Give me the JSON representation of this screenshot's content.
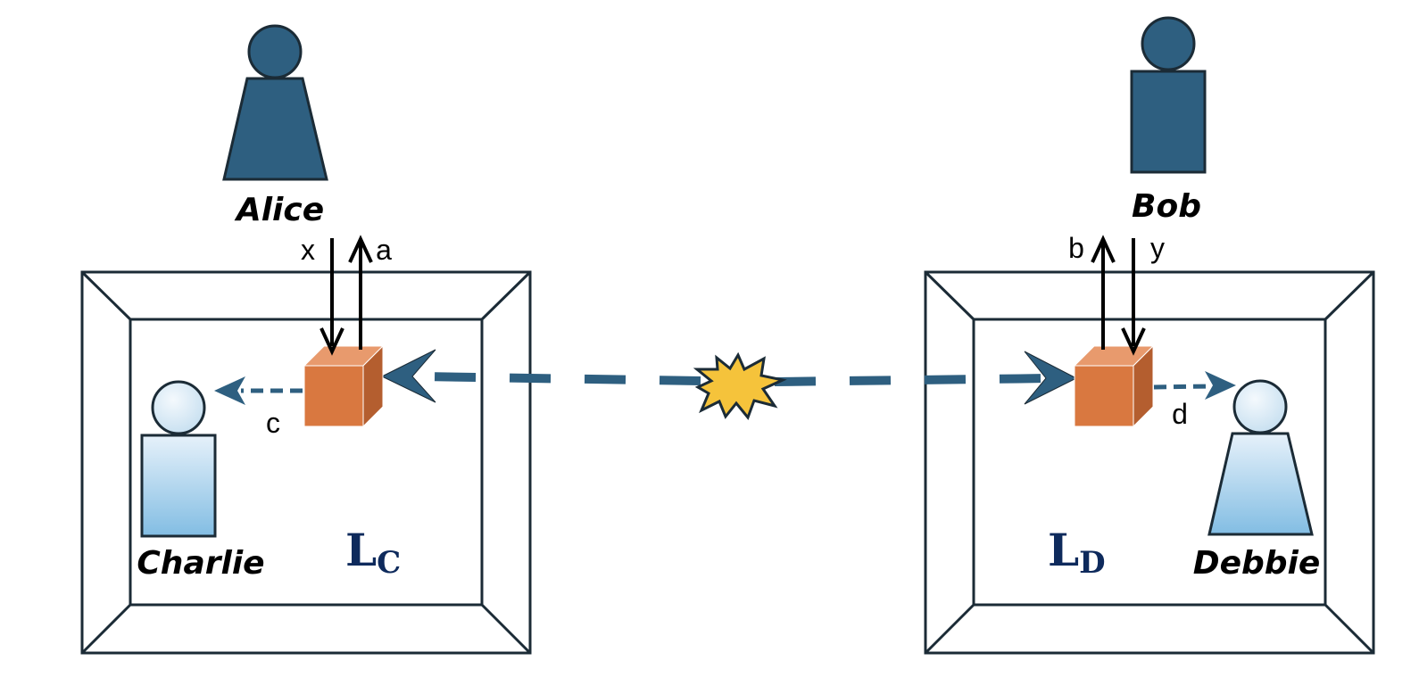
{
  "persons": {
    "alice": "Alice",
    "bob": "Bob",
    "charlie": "Charlie",
    "debbie": "Debbie"
  },
  "labels": {
    "x": "x",
    "a": "a",
    "b": "b",
    "y": "y",
    "c": "c",
    "d": "d"
  },
  "labs": {
    "left_main": "L",
    "left_sub": "C",
    "right_main": "L",
    "right_sub": "D"
  },
  "colors": {
    "dark_person": "#2e5f80",
    "light_person_top": "#e6f1fa",
    "light_person_bottom": "#82bde3",
    "box": "#d97840",
    "box_top": "#e89a6d",
    "box_side": "#b45e2f",
    "dashed_line": "#2e5f80",
    "lab_label": "#0e2a5c",
    "burst": "#f5c33b"
  }
}
